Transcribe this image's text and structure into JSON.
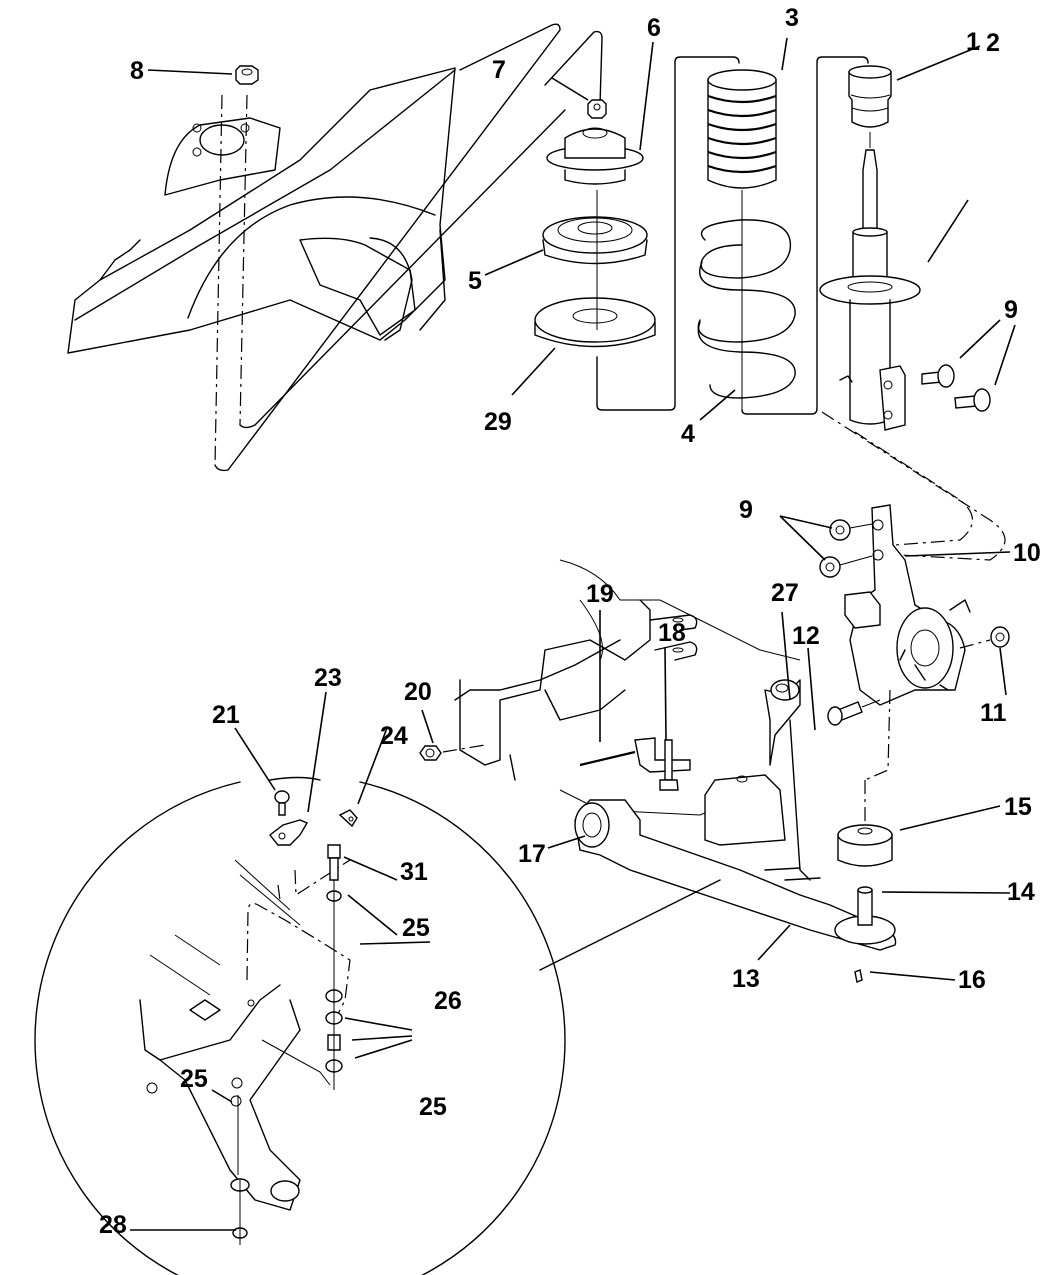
{
  "diagram": {
    "title": "Front Suspension Exploded View",
    "style": "black line-art parts diagram",
    "callouts": [
      {
        "id": "c1",
        "label": "1"
      },
      {
        "id": "c2",
        "label": "2"
      },
      {
        "id": "c3",
        "label": "3"
      },
      {
        "id": "c4",
        "label": "4"
      },
      {
        "id": "c5",
        "label": "5"
      },
      {
        "id": "c6",
        "label": "6"
      },
      {
        "id": "c7",
        "label": "7"
      },
      {
        "id": "c8",
        "label": "8"
      },
      {
        "id": "c9a",
        "label": "9"
      },
      {
        "id": "c9b",
        "label": "9"
      },
      {
        "id": "c10",
        "label": "10"
      },
      {
        "id": "c11",
        "label": "11"
      },
      {
        "id": "c12",
        "label": "12"
      },
      {
        "id": "c13",
        "label": "13"
      },
      {
        "id": "c14",
        "label": "14"
      },
      {
        "id": "c15",
        "label": "15"
      },
      {
        "id": "c16",
        "label": "16"
      },
      {
        "id": "c17",
        "label": "17"
      },
      {
        "id": "c18",
        "label": "18"
      },
      {
        "id": "c19",
        "label": "19"
      },
      {
        "id": "c20",
        "label": "20"
      },
      {
        "id": "c21",
        "label": "21"
      },
      {
        "id": "c23",
        "label": "23"
      },
      {
        "id": "c24",
        "label": "24"
      },
      {
        "id": "c25a",
        "label": "25"
      },
      {
        "id": "c25b",
        "label": "25"
      },
      {
        "id": "c25c",
        "label": "25"
      },
      {
        "id": "c26",
        "label": "26"
      },
      {
        "id": "c27",
        "label": "27"
      },
      {
        "id": "c28",
        "label": "28"
      },
      {
        "id": "c29",
        "label": "29"
      },
      {
        "id": "c31",
        "label": "31"
      }
    ]
  }
}
